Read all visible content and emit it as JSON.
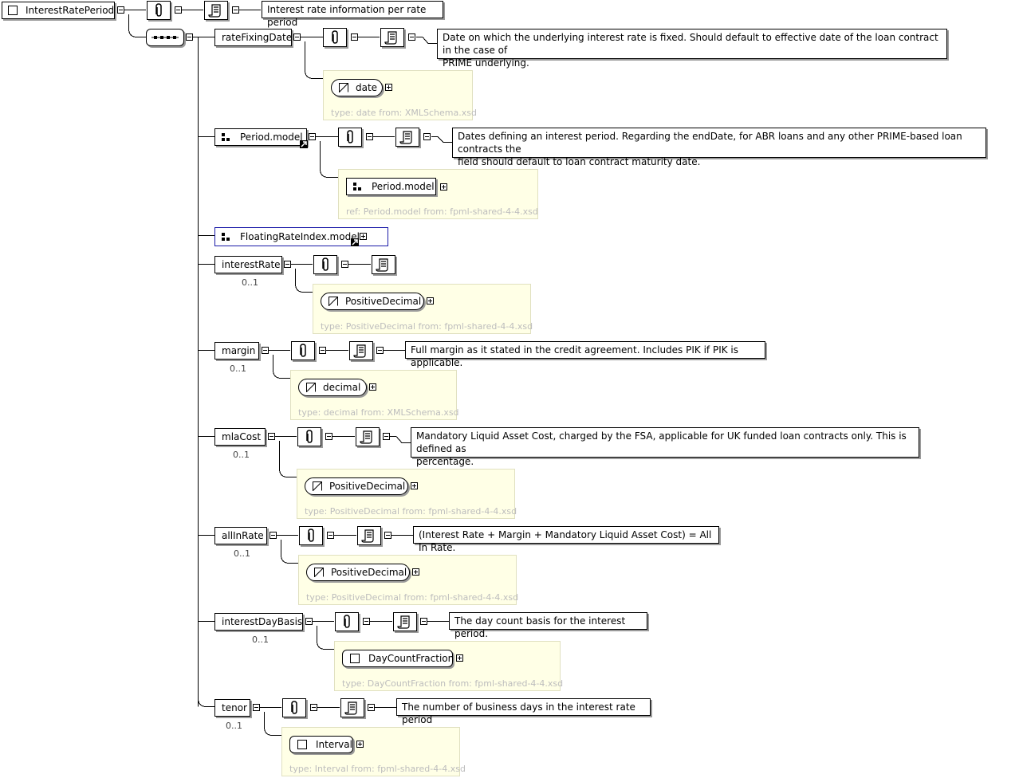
{
  "root": {
    "name": "InterestRatePeriod",
    "documentation": "Interest rate information per rate period"
  },
  "elements": [
    {
      "name": "rateFixingDate",
      "occurs": "",
      "documentation_lines": [
        "Date on which the underlying interest rate is fixed. Should default to effective date of the loan contract in the case of",
        "PRIME underlying."
      ],
      "type_name": "date",
      "type_info": "type: date from: XMLSchema.xsd"
    },
    {
      "name": "Period.model",
      "occurs": "",
      "documentation_lines": [
        "Dates defining an interest period. Regarding the endDate, for ABR loans and any other PRIME-based loan contracts the",
        "field should default to loan contract maturity date."
      ],
      "type_name": "Period.model",
      "type_info": "ref: Period.model from: fpml-shared-4-4.xsd"
    },
    {
      "name": "FloatingRateIndex.model"
    },
    {
      "name": "interestRate",
      "occurs": "0..1",
      "documentation_lines": [],
      "type_name": "PositiveDecimal",
      "type_info": "type: PositiveDecimal from: fpml-shared-4-4.xsd"
    },
    {
      "name": "margin",
      "occurs": "0..1",
      "documentation_lines": [
        "Full margin as it stated in the credit agreement. Includes PIK if PIK is applicable."
      ],
      "type_name": "decimal",
      "type_info": "type: decimal from: XMLSchema.xsd"
    },
    {
      "name": "mlaCost",
      "occurs": "0..1",
      "documentation_lines": [
        "Mandatory Liquid Asset Cost, charged by the FSA, applicable for UK funded loan contracts only. This is defined as",
        "percentage."
      ],
      "type_name": "PositiveDecimal",
      "type_info": "type: PositiveDecimal from: fpml-shared-4-4.xsd"
    },
    {
      "name": "allInRate",
      "occurs": "0..1",
      "documentation_lines": [
        "(Interest Rate + Margin + Mandatory Liquid Asset Cost) = All In Rate."
      ],
      "type_name": "PositiveDecimal",
      "type_info": "type: PositiveDecimal from: fpml-shared-4-4.xsd"
    },
    {
      "name": "interestDayBasis",
      "occurs": "0..1",
      "documentation_lines": [
        "The day count basis for the interest period."
      ],
      "type_name": "DayCountFraction",
      "type_info": "type: DayCountFraction from: fpml-shared-4-4.xsd"
    },
    {
      "name": "tenor",
      "occurs": "0..1",
      "documentation_lines": [
        "The number of business days in the interest rate period"
      ],
      "type_name": "Interval",
      "type_info": "type: Interval from: fpml-shared-4-4.xsd"
    }
  ],
  "icons": {
    "annotation": "paperclip-icon",
    "documentation": "scroll-icon",
    "simple_type": "simple-type-icon",
    "complex_type": "complex-type-icon",
    "model_group": "model-group-icon",
    "sequence": "sequence-icon",
    "reference": "reference-arrow-icon"
  },
  "colors": {
    "type_box_bg": "#ffffe6",
    "type_info_text": "#bdbdbd",
    "ref_border": "#1a1aa8"
  }
}
